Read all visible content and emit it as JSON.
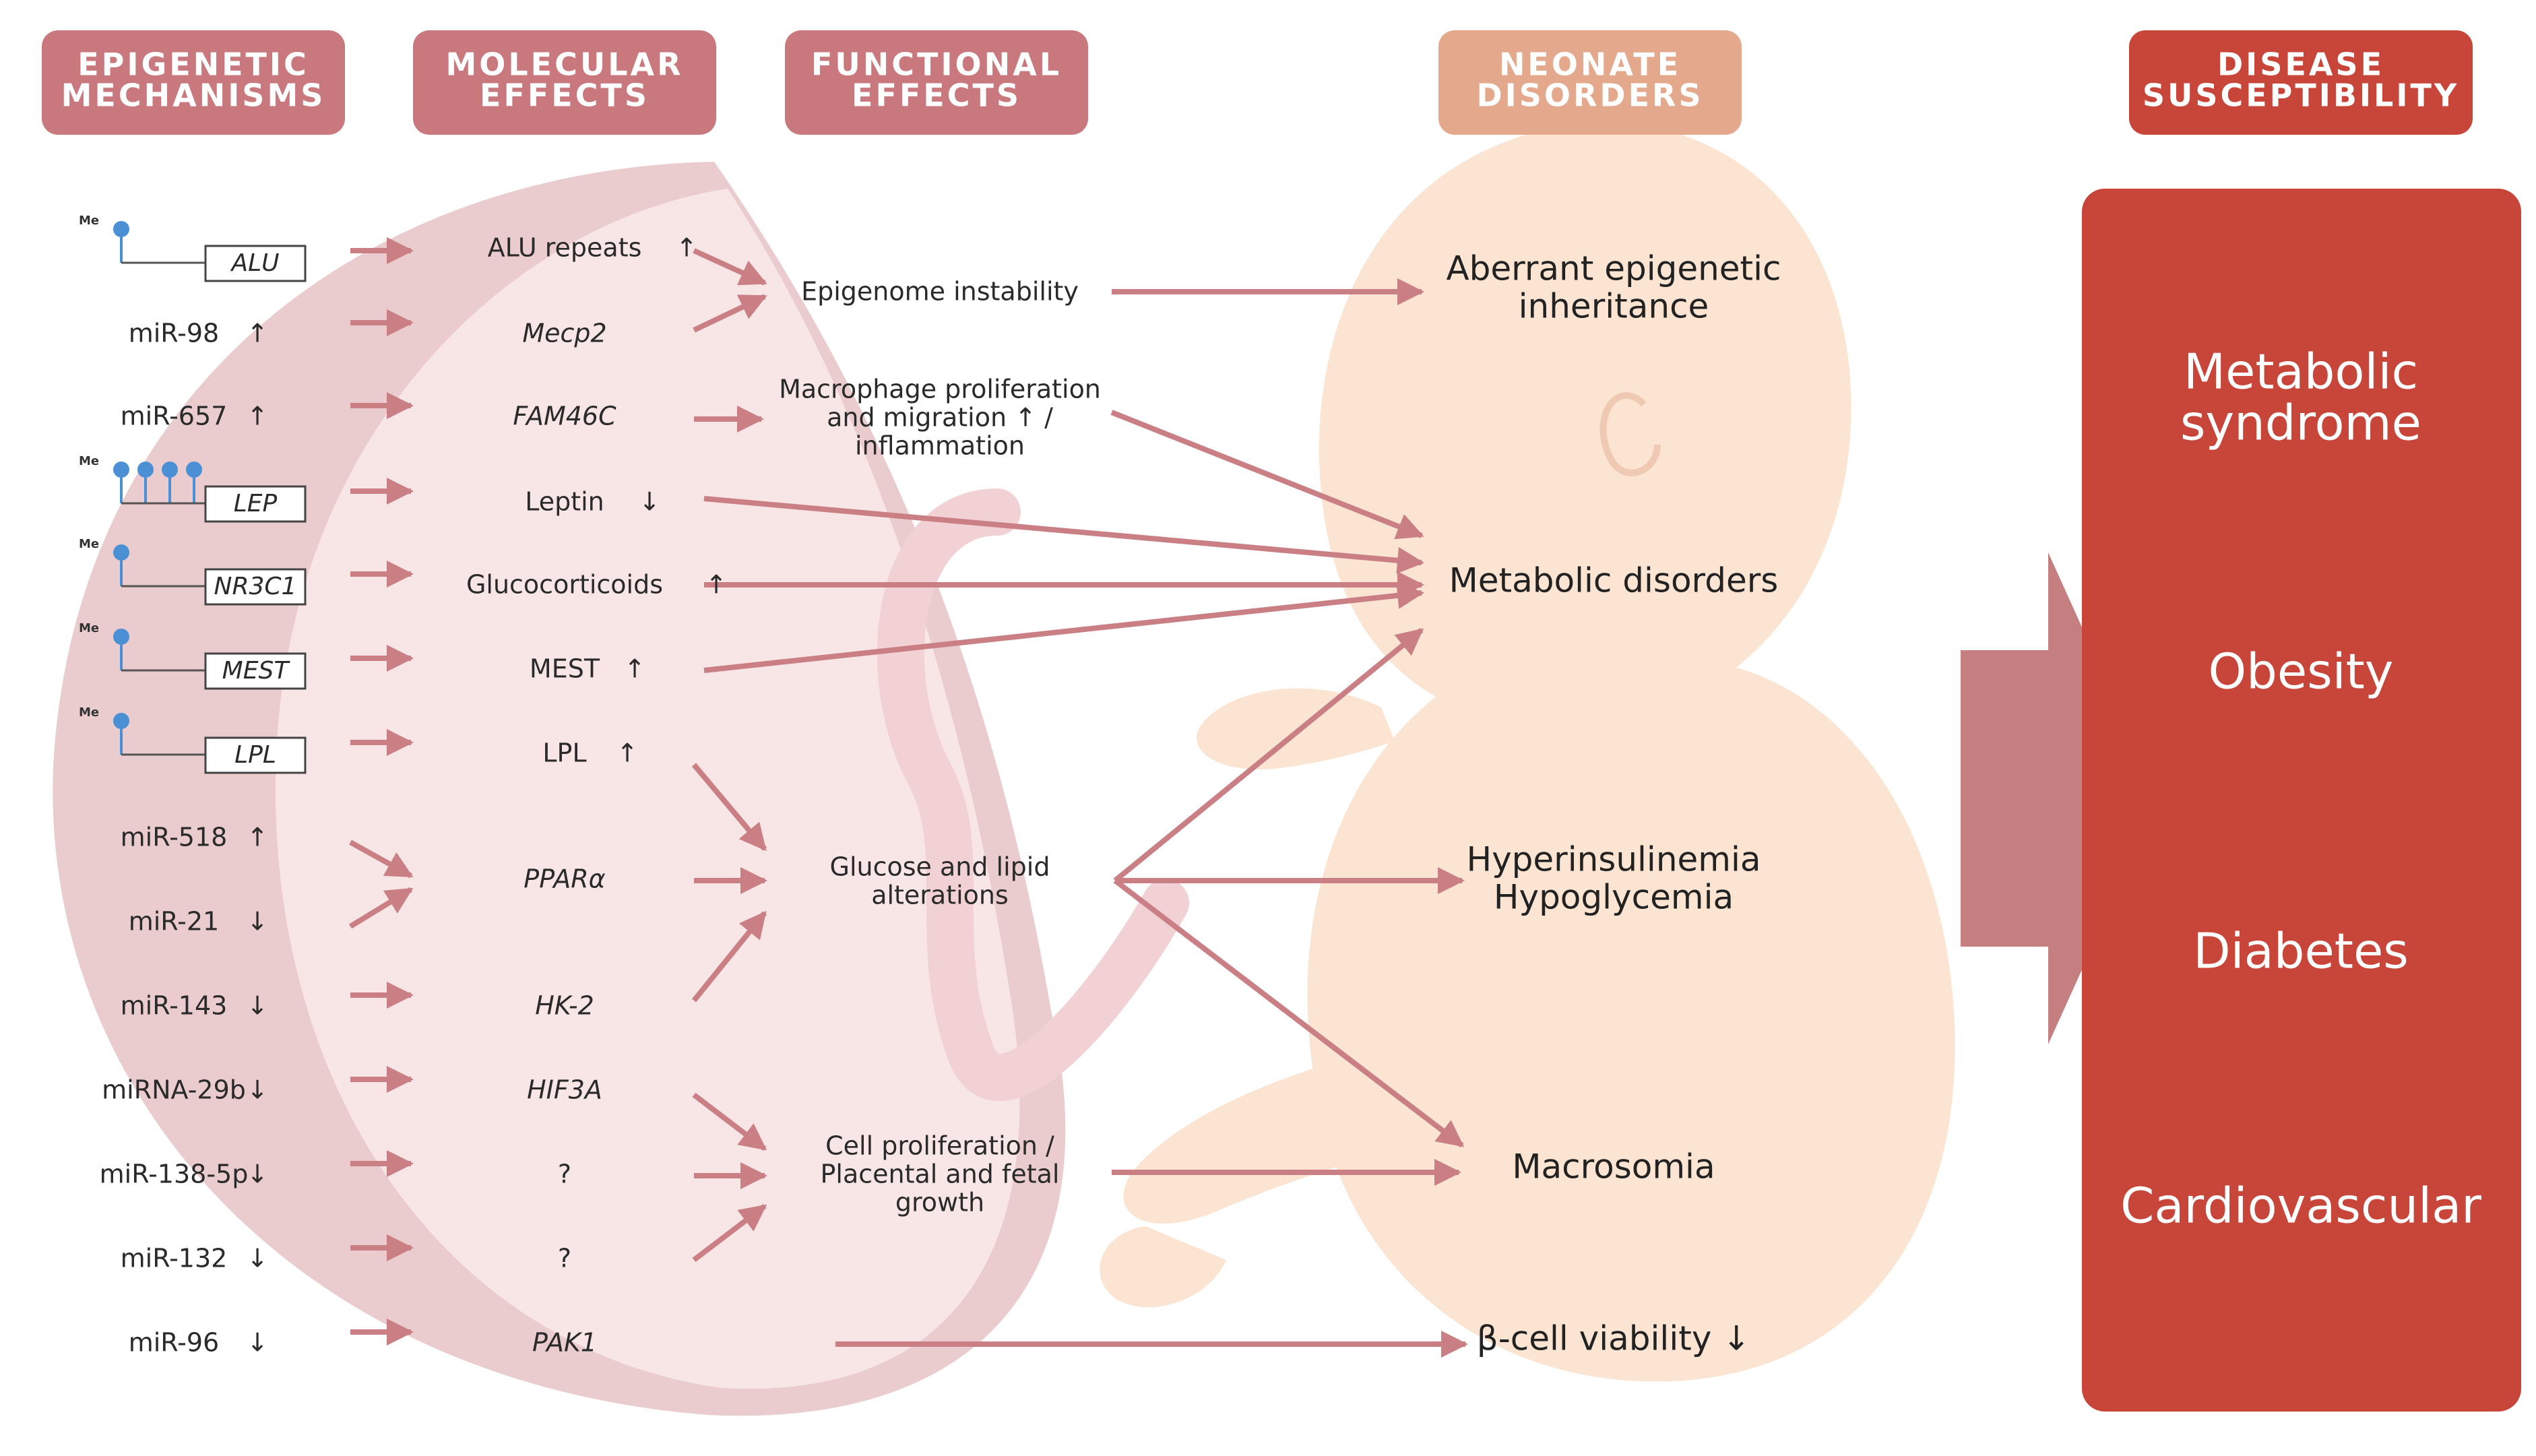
{
  "headers": {
    "epigenetic": [
      "EPIGENETIC",
      "MECHANISMS"
    ],
    "molecular": [
      "MOLECULAR",
      "EFFECTS"
    ],
    "functional": [
      "FUNCTIONAL",
      "EFFECTS"
    ],
    "neonate": [
      "NEONATE",
      "DISORDERS"
    ],
    "disease": [
      "DISEASE",
      "SUSCEPTIBILITY"
    ]
  },
  "methylation_mark": "Me",
  "mechanisms": [
    {
      "kind": "gene",
      "label": "ALU",
      "marks": 1
    },
    {
      "kind": "mirna",
      "label": "miR-98",
      "arrow": "↑"
    },
    {
      "kind": "mirna",
      "label": "miR-657",
      "arrow": "↑"
    },
    {
      "kind": "gene",
      "label": "LEP",
      "marks": 4
    },
    {
      "kind": "gene",
      "label": "NR3C1",
      "marks": 1
    },
    {
      "kind": "gene",
      "label": "MEST",
      "marks": 1
    },
    {
      "kind": "gene",
      "label": "LPL",
      "marks": 1
    },
    {
      "kind": "mirna",
      "label": "miR-518",
      "arrow": "↑"
    },
    {
      "kind": "mirna",
      "label": "miR-21",
      "arrow": "↓"
    },
    {
      "kind": "mirna",
      "label": "miR-143",
      "arrow": "↓"
    },
    {
      "kind": "mirna",
      "label": "miRNA-29b",
      "arrow": "↓"
    },
    {
      "kind": "mirna",
      "label": "miR-138-5p",
      "arrow": "↓"
    },
    {
      "kind": "mirna",
      "label": "miR-132",
      "arrow": "↓"
    },
    {
      "kind": "mirna",
      "label": "miR-96",
      "arrow": "↓"
    }
  ],
  "molecular_effects": [
    {
      "label": "ALU repeats",
      "arrow": "↑",
      "italic": false
    },
    {
      "label": "Mecp2",
      "arrow": "",
      "italic": true
    },
    {
      "label": "FAM46C",
      "arrow": "",
      "italic": true
    },
    {
      "label": "Leptin",
      "arrow": "↓",
      "italic": false
    },
    {
      "label": "Glucocorticoids",
      "arrow": "↑",
      "italic": false
    },
    {
      "label": "MEST",
      "arrow": "↑",
      "italic": false
    },
    {
      "label": "LPL",
      "arrow": "↑",
      "italic": false
    },
    {
      "label": "PPARα",
      "arrow": "",
      "italic": true
    },
    {
      "label": "HK-2",
      "arrow": "",
      "italic": true
    },
    {
      "label": "HIF3A",
      "arrow": "",
      "italic": true
    },
    {
      "label": "?",
      "arrow": "",
      "italic": false
    },
    {
      "label": "?",
      "arrow": "",
      "italic": false
    },
    {
      "label": "PAK1",
      "arrow": "",
      "italic": true
    }
  ],
  "functional_effects": [
    {
      "lines": [
        "Epigenome instability"
      ]
    },
    {
      "lines": [
        "Macrophage proliferation",
        "and migration ↑ /",
        "inflammation"
      ]
    },
    {
      "lines": [
        "Glucose and lipid",
        "alterations"
      ]
    },
    {
      "lines": [
        "Cell proliferation /",
        "Placental and fetal",
        "growth"
      ]
    }
  ],
  "neonate_disorders": [
    {
      "lines": [
        "Aberrant epigenetic",
        "inheritance"
      ]
    },
    {
      "lines": [
        "Metabolic disorders"
      ]
    },
    {
      "lines": [
        "Hyperinsulinemia",
        "Hypoglycemia"
      ]
    },
    {
      "lines": [
        "Macrosomia"
      ]
    },
    {
      "lines": [
        "β-cell viability ↓"
      ]
    }
  ],
  "disease_susceptibility": [
    {
      "lines": [
        "Metabolic",
        "syndrome"
      ]
    },
    {
      "lines": [
        "Obesity"
      ]
    },
    {
      "lines": [
        "Diabetes"
      ]
    },
    {
      "lines": [
        "Cardiovascular"
      ]
    }
  ],
  "colors": {
    "header_rose": "#c9797e",
    "header_neonate": "#e4a98d",
    "header_disease": "#c8453a",
    "disease_panel": "#c8453a",
    "arrow": "#c97f84",
    "big_arrow": "#c57f81",
    "placenta_light": "#f7e1e2",
    "placenta_dark": "#e6bfc2",
    "baby": "#fbe4d2",
    "methyl_pin": "#4b8fd4"
  }
}
